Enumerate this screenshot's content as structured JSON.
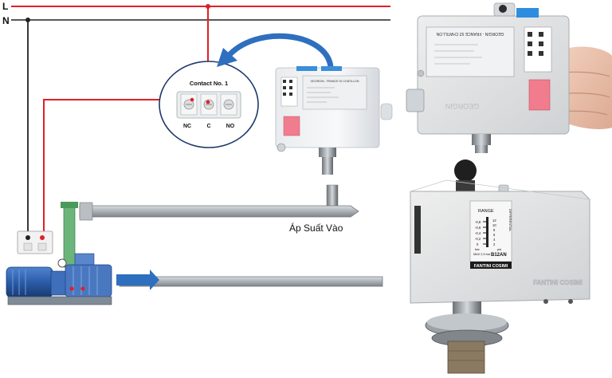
{
  "lines": {
    "live": "L",
    "neutral": "N"
  },
  "terminal": {
    "title": "Contact No. 1",
    "nc": "NC",
    "c": "C",
    "no": "NO"
  },
  "pipe_label": "Áp Suất Vào",
  "switch_top": {
    "brand_line": "GEORGIN - FRANCE 92 CHATILLON",
    "case_text": "GEORGIN"
  },
  "switch_bottom": {
    "range_label": "RANGE",
    "differential_label": "DIFFERENTIAL",
    "scale_left": [
      "-0,8",
      "-0,6",
      "-0,4",
      "-0,2",
      "0"
    ],
    "scale_right": [
      "12",
      "10",
      "8",
      "6",
      "4",
      "2"
    ],
    "unit_left": "bar",
    "unit_right": "psi",
    "max_label": "MAX 2,5 bar",
    "model": "B12AN",
    "brand": "FANTINI COSIMI",
    "case_brand": "FANTINI COSIMI"
  },
  "colors": {
    "live_wire": "#e01f26",
    "neutral_wire": "#222222",
    "arrow_blue": "#2f6fbf",
    "pipe": "#9aa0a6",
    "motor_blue": "#2b5ca8"
  }
}
